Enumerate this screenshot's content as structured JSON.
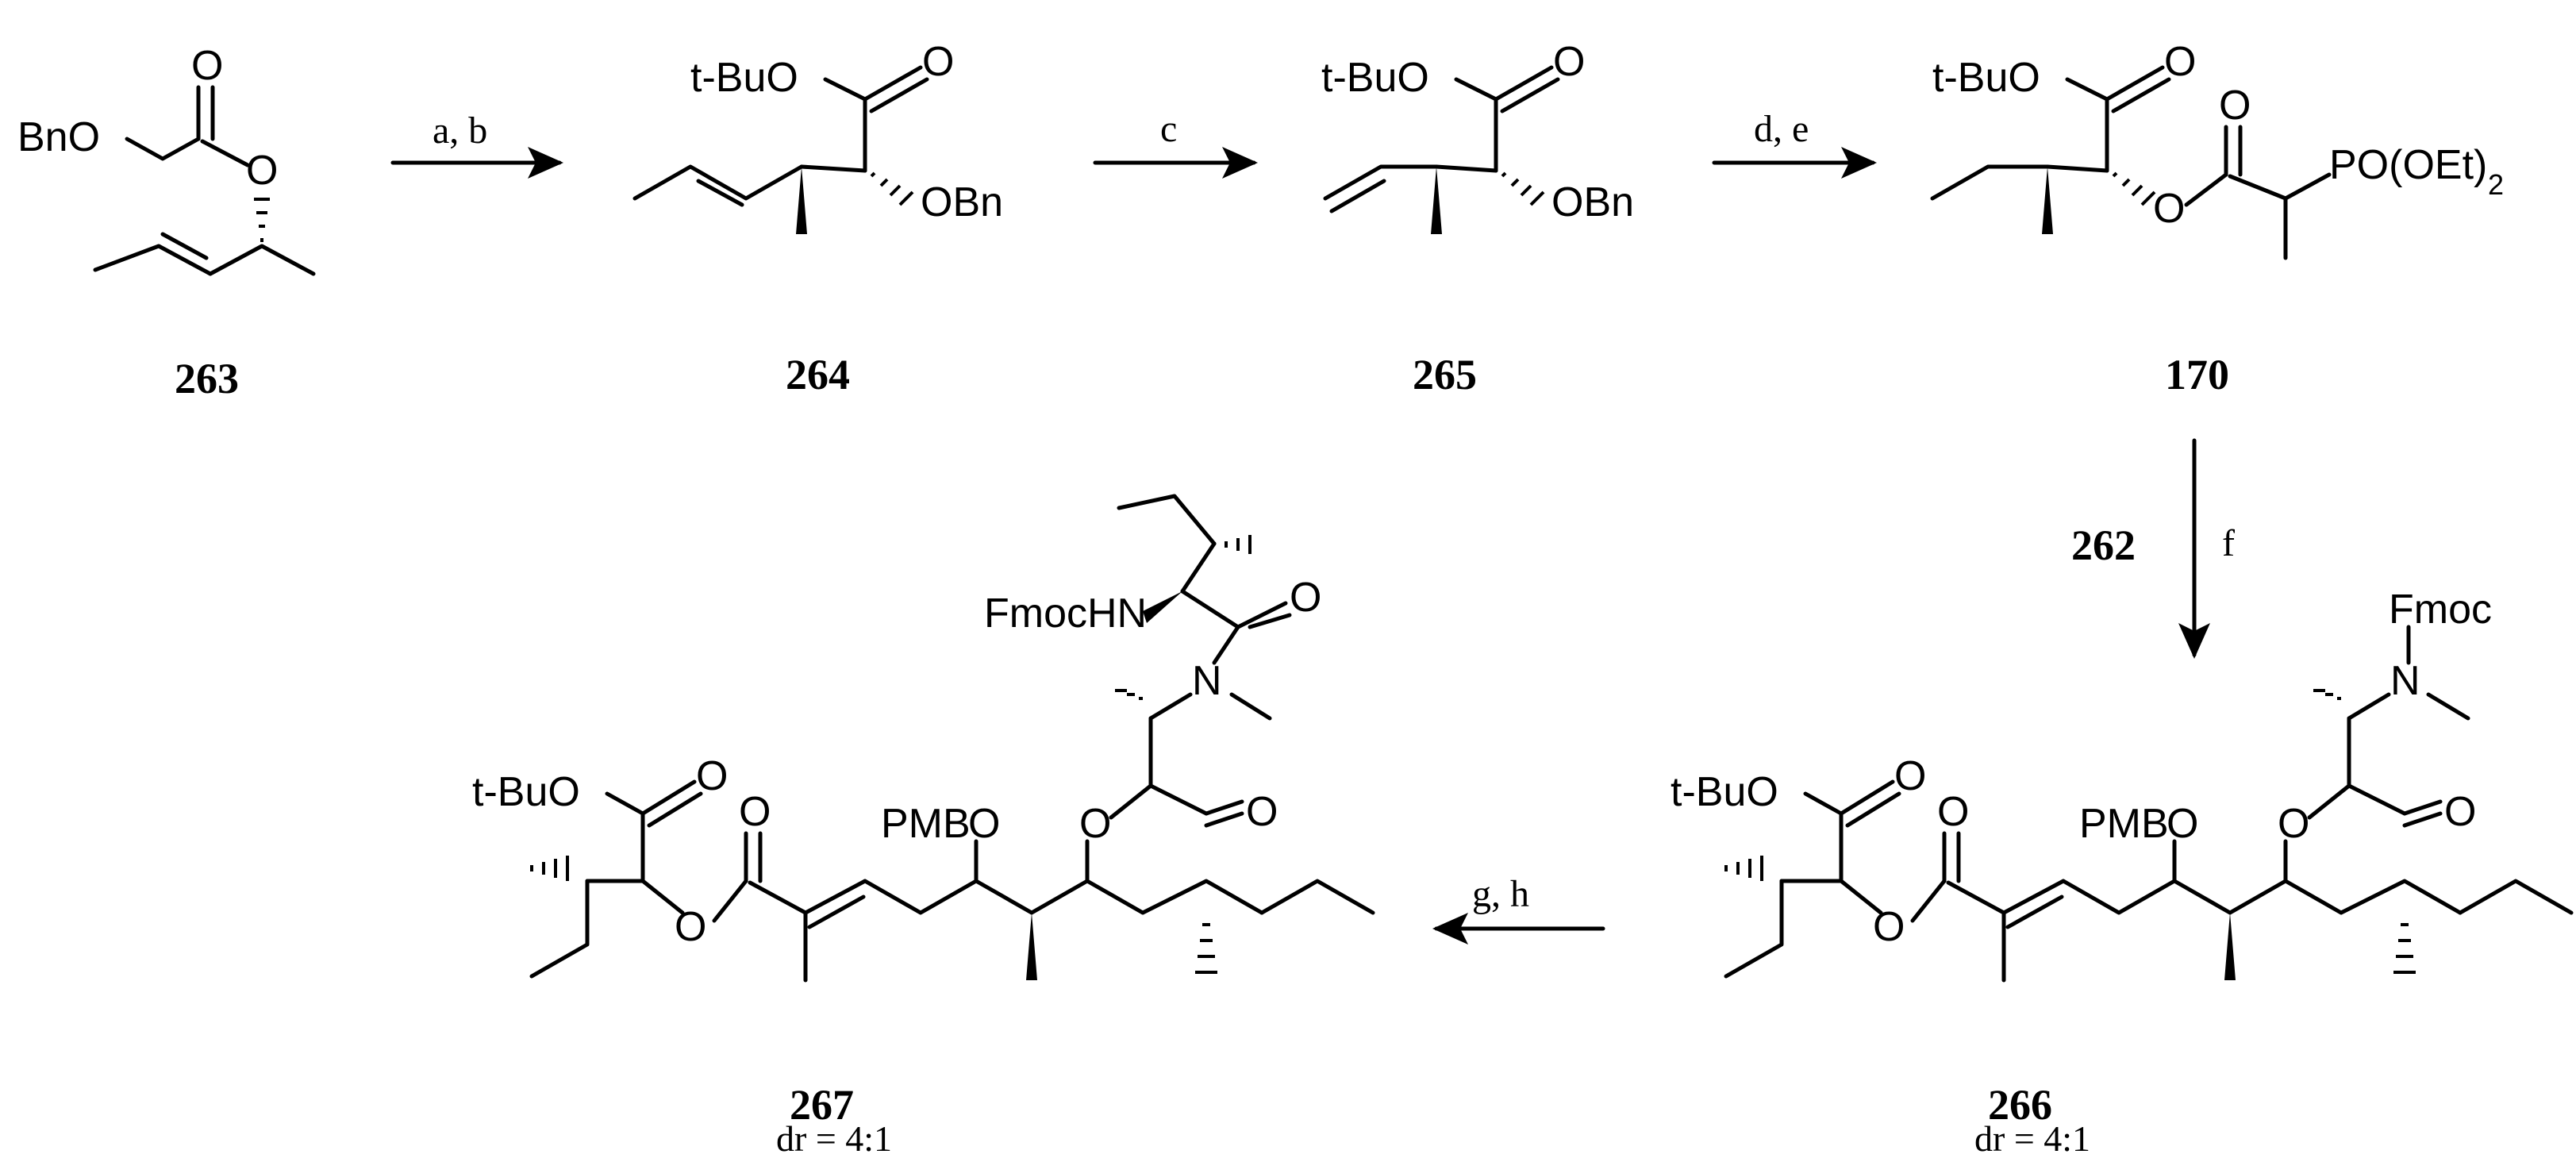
{
  "compounds": {
    "c263": {
      "label": "263"
    },
    "c264": {
      "label": "264"
    },
    "c265": {
      "label": "265"
    },
    "c170": {
      "label": "170"
    },
    "c266": {
      "label": "266",
      "dr": "dr = 4:1"
    },
    "c267": {
      "label": "267",
      "dr": "dr = 4:1"
    }
  },
  "atoms": {
    "bno": "BnO",
    "o": "O",
    "tbuo": "t-BuO",
    "obn": "OBn",
    "po_oet2": "PO(OEt)",
    "sub2": "2",
    "pmb": "PMB",
    "fmochn": "FmocHN",
    "fmoc": "Fmoc",
    "n": "N"
  },
  "steps": {
    "s1": "a, b",
    "s2": "c",
    "s3": "d, e",
    "s4_reagent": "262",
    "s4": "f",
    "s5": "g, h"
  }
}
